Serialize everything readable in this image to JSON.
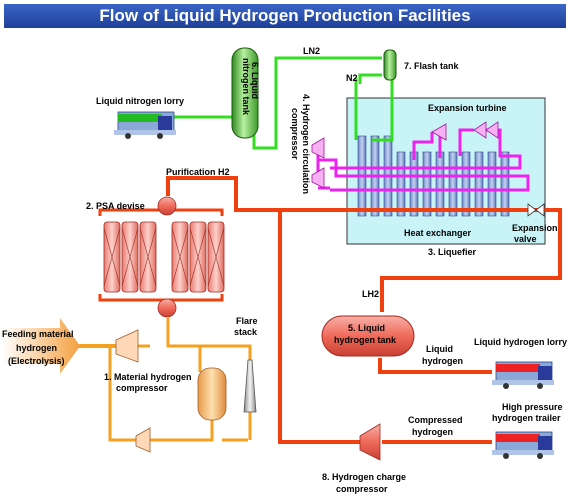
{
  "title": "Flow of Liquid Hydrogen Production Facilities",
  "labels": {
    "ln2": "LN2",
    "flash_tank": "7. Flash tank",
    "liquid_nitrogen_lorry": "Liquid nitrogen lorry",
    "ln_tank_1": "6. Liquid",
    "ln_tank_2": "nitrogen tank",
    "n2": "N2",
    "circ_comp_1": "4. Hydrogen circulation",
    "circ_comp_2": "compressor",
    "expansion_turbine": "Expansion turbine",
    "purification_h2": "Purification H2",
    "psa_device": "2. PSA devise",
    "heat_exchanger": "Heat exchanger",
    "expansion_valve_1": "Expansion",
    "expansion_valve_2": "valve",
    "liquefier": "3. Liquefier",
    "lh2": "LH2",
    "flare_1": "Flare",
    "flare_2": "stack",
    "feed_1": "Feeding material",
    "feed_2": "hydrogen",
    "feed_3": "(Electrolysis)",
    "lh2_tank_1": "5. Liquid",
    "lh2_tank_2": "hydrogen tank",
    "liquid_h_1": "Liquid",
    "liquid_h_2": "hydrogen",
    "lh2_lorry": "Liquid hydrogen lorry",
    "mat_comp_1": "1. Material hydrogen",
    "mat_comp_2": "compressor",
    "hp_trailer_1": "High pressure",
    "hp_trailer_2": "hydrogen trailer",
    "comp_h_1": "Compressed",
    "comp_h_2": "hydrogen",
    "charge_comp_1": "8. Hydrogen charge",
    "charge_comp_2": "compressor"
  },
  "colors": {
    "hydrogen_line": "#f04010",
    "nitrogen_line": "#33dd22",
    "circulation_line": "#ee22ee",
    "feed_line": "#f4a020",
    "liquefier_box": "#c8f4f8"
  }
}
